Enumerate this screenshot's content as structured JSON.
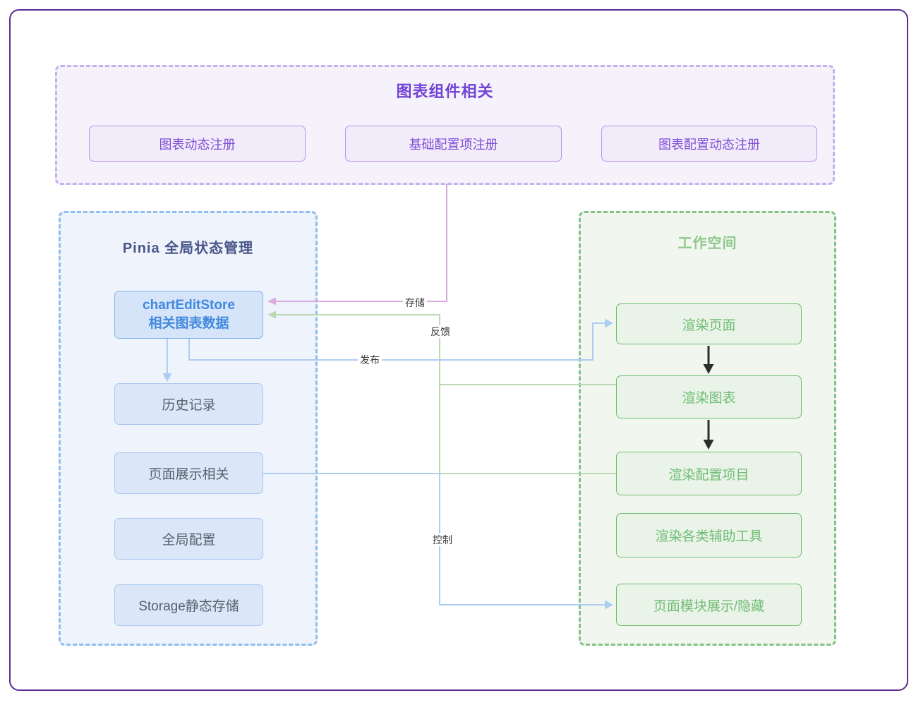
{
  "top_section": {
    "title": "图表组件相关",
    "boxes": [
      {
        "label": "图表动态注册"
      },
      {
        "label": "基础配置项注册"
      },
      {
        "label": "图表配置动态注册"
      }
    ]
  },
  "left_section": {
    "title": "Pinia 全局状态管理",
    "store_box": {
      "line1": "chartEditStore",
      "line2": "相关图表数据"
    },
    "boxes": [
      {
        "label": "历史记录"
      },
      {
        "label": "页面展示相关"
      },
      {
        "label": "全局配置"
      },
      {
        "label": "Storage静态存储"
      }
    ]
  },
  "right_section": {
    "title": "工作空间",
    "boxes": [
      {
        "label": "渲染页面"
      },
      {
        "label": "渲染图表"
      },
      {
        "label": "渲染配置项目"
      },
      {
        "label": "渲染各类辅助工具"
      },
      {
        "label": "页面模块展示/隐藏"
      }
    ]
  },
  "edges": {
    "store_label": "存储",
    "feedback_label": "反馈",
    "publish_label": "发布",
    "control_label": "控制"
  },
  "colors": {
    "frame_border": "#5b2c91",
    "purple_title": "#7244d6",
    "purple_box_border": "#b898e4",
    "purple_box_text": "#7e4fd4",
    "left_title": "#4a5588",
    "store_box_text": "#4189de",
    "left_box_text": "#58606c",
    "green_title": "#8fc88d",
    "green_box": "#6fbc72",
    "edge_pink": "#d9abdf",
    "edge_green": "#bcd9b4",
    "edge_blue": "#aecdf2",
    "edge_black": "#2e2e2e"
  }
}
